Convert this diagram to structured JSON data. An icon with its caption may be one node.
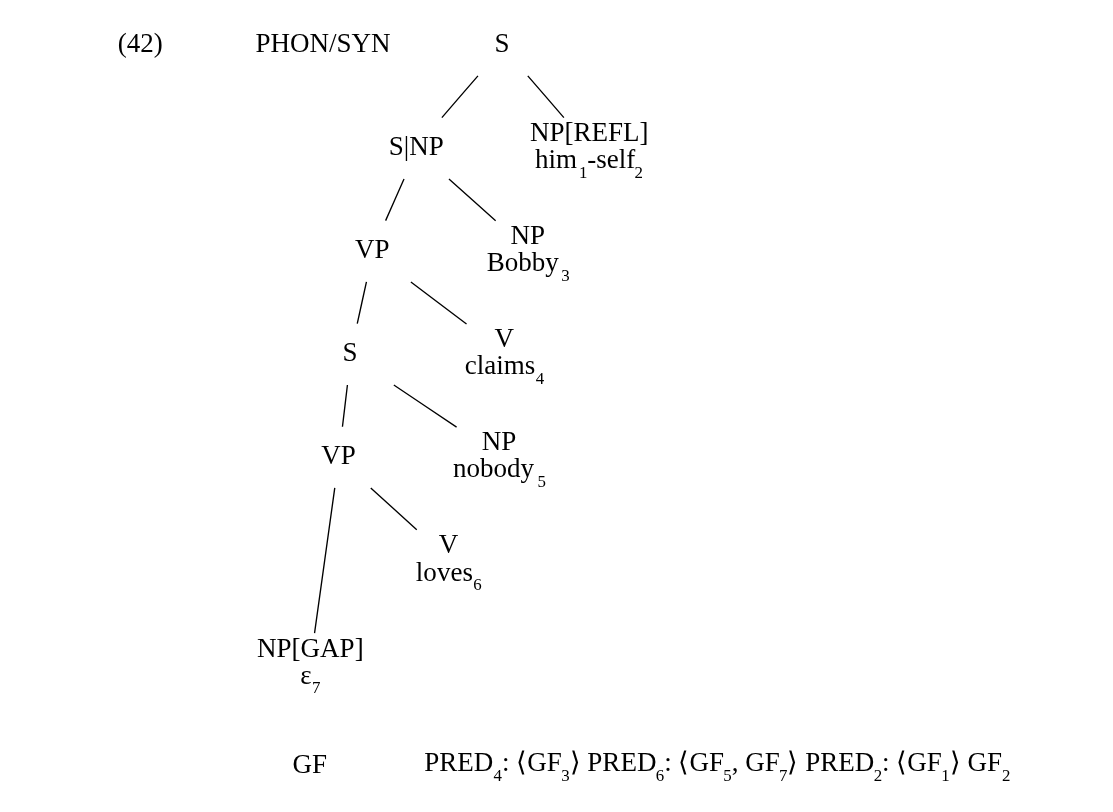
{
  "diagram": {
    "nodes": [
      {
        "text": [
          "S"
        ]
      },
      {
        "text": [
          "NP[REFL]",
          "him$_{1}$-self$_{2}$"
        ]
      },
      {
        "text": [
          "S|NP"
        ]
      },
      {
        "text": [
          "NP",
          "Bobby$_{3}$"
        ]
      },
      {
        "text": [
          "VP"
        ]
      },
      {
        "text": [
          "V",
          "claims$_{4}$"
        ]
      },
      {
        "text": [
          "S"
        ]
      },
      {
        "text": [
          "NP",
          "nobody$_{5}$"
        ]
      },
      {
        "text": [
          "VP"
        ]
      },
      {
        "text": [
          "V",
          "loves$_{6}$"
        ]
      },
      {
        "text": [
          "NP[GAP]",
          "ε$_{7}$"
        ]
      }
    ],
    "edges": [
      {
        "from": 0,
        "to": 1,
        "arrow": "none"
      },
      {
        "from": 0,
        "to": 2,
        "arrow": "none"
      },
      {
        "from": 2,
        "to": 3,
        "arrow": "none"
      },
      {
        "from": 2,
        "to": 4,
        "arrow": "none"
      },
      {
        "from": 4,
        "to": 5,
        "arrow": "none"
      },
      {
        "from": 4,
        "to": 6,
        "arrow": "none"
      },
      {
        "from": 6,
        "to": 7,
        "arrow": "none"
      },
      {
        "from": 6,
        "to": 8,
        "arrow": "none"
      },
      {
        "from": 8,
        "to": 9,
        "arrow": "none"
      },
      {
        "from": 8,
        "to": 10,
        "arrow": "none"
      }
    ],
    "labels": [
      "(42)",
      "PHON/SYN",
      "GF",
      "PRED$_{4}$: ⟨GF$_{3}$⟩ PRED$_{6}$: ⟨GF$_{5}$, GF$_{7}$⟩ PRED$_{2}$: ⟨GF$_{1}$⟩ GF$_{2}$"
    ]
  }
}
